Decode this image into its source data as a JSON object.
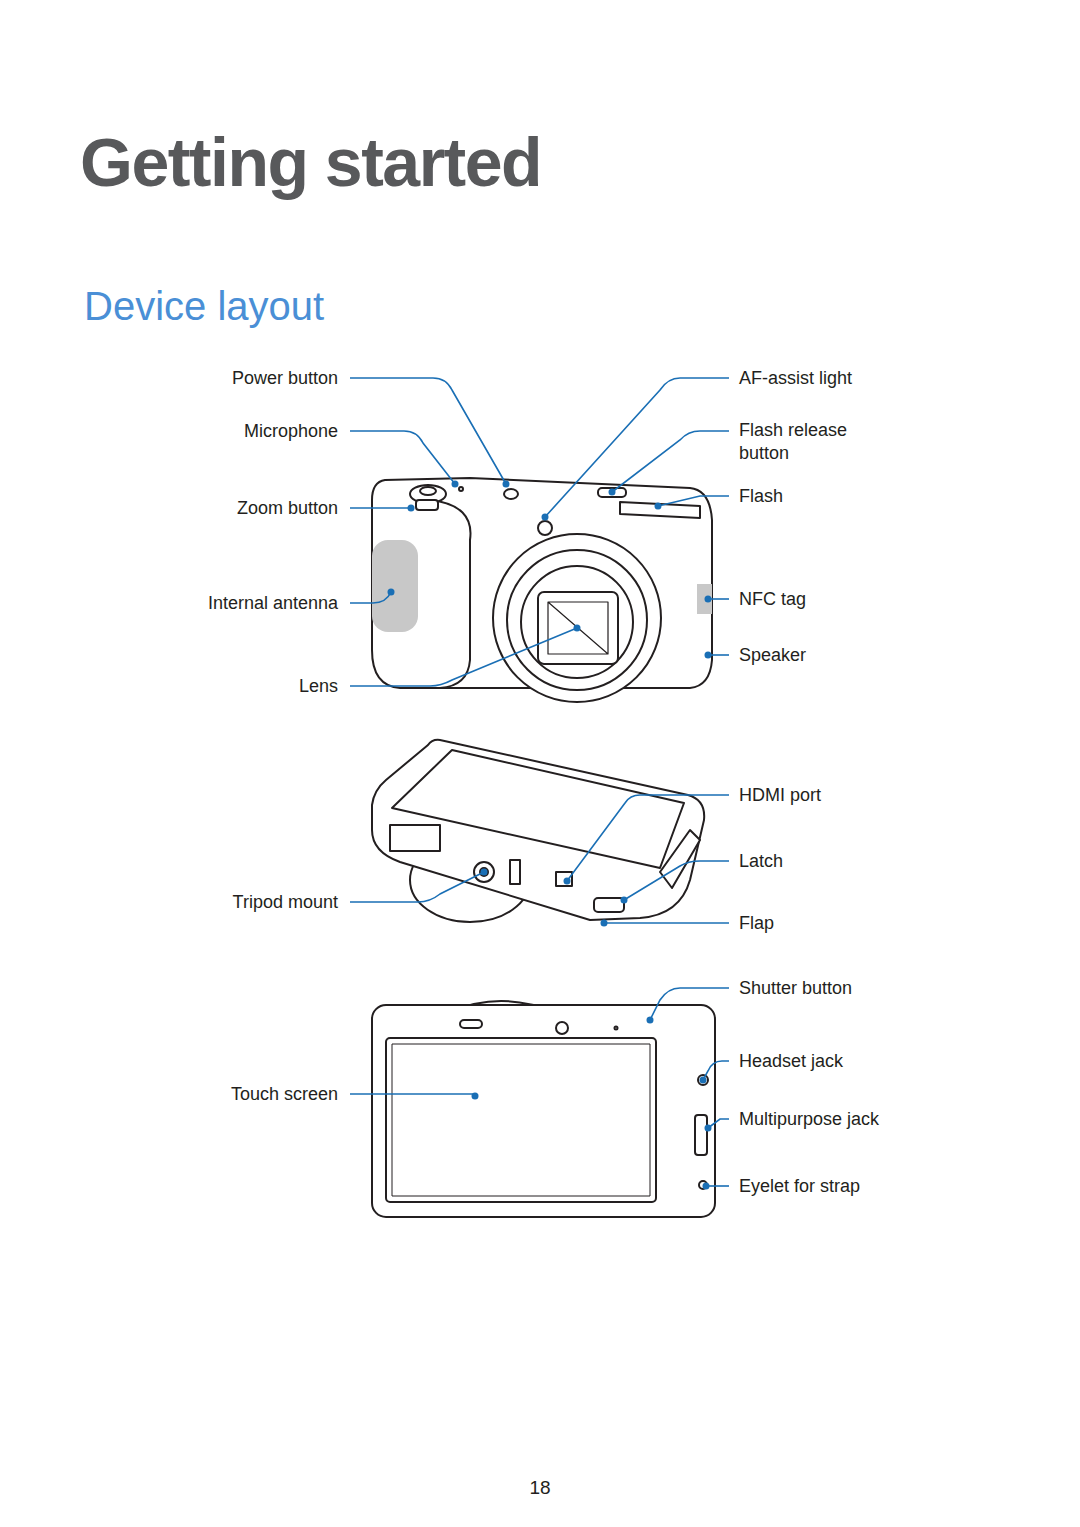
{
  "diagram": {
    "title": "Getting started",
    "labels": [
      "Device layout",
      "Power button",
      "Microphone",
      "Zoom button",
      "Internal antenna",
      "Lens",
      "AF-assist light",
      "Flash release button",
      "Flash",
      "NFC tag",
      "Speaker",
      "HDMI port",
      "Latch",
      "Flap",
      "Tripod mount",
      "Shutter button",
      "Headset jack",
      "Multipurpose jack",
      "Eyelet for strap",
      "Touch screen",
      "18"
    ]
  }
}
